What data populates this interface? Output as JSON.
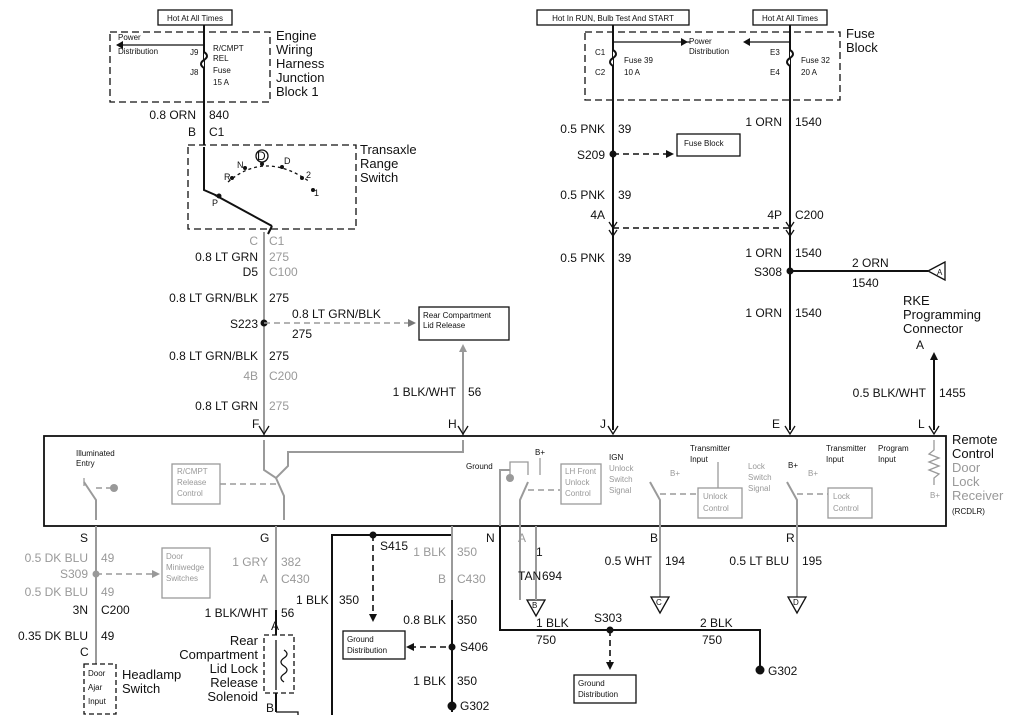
{
  "hot_all_times_left": "Hot At All Times",
  "hot_run": "Hot In RUN, Bulb Test And START",
  "hot_all_times_right": "Hot At All Times",
  "engine_block": {
    "title_lines": [
      "Engine",
      "Wiring",
      "Harness",
      "Junction",
      "Block 1"
    ],
    "power_dist": [
      "Power",
      "Distribution"
    ],
    "pin_a": "J9",
    "pin_b": "J8",
    "fuse": [
      "R/CMPT",
      "REL",
      "Fuse",
      "15 A"
    ]
  },
  "fuse_block": {
    "title_lines": [
      "Fuse",
      "Block"
    ],
    "power_dist": [
      "Power",
      "Distribution"
    ],
    "f39_pins": [
      "C1",
      "C2"
    ],
    "f39": [
      "Fuse 39",
      "10 A"
    ],
    "f32_pins": [
      "E3",
      "E4"
    ],
    "f32": [
      "Fuse 32",
      "20 A"
    ]
  },
  "wires": {
    "w840": [
      "0.8 ORN",
      "840"
    ],
    "c1_b": [
      "B",
      "C1"
    ],
    "c1_c": [
      "C",
      "C1"
    ],
    "w275a": [
      "0.8 LT GRN",
      "275"
    ],
    "c100": [
      "D5",
      "C100"
    ],
    "w275b": [
      "0.8 LT GRN/BLK",
      "275"
    ],
    "s223": "S223",
    "w275branch": [
      "0.8 LT GRN/BLK",
      "275"
    ],
    "w275c": [
      "0.8 LT GRN/BLK",
      "275"
    ],
    "c200_4b": [
      "4B",
      "C200"
    ],
    "w275d": [
      "0.8 LT GRN",
      "275"
    ],
    "pin_f": "F",
    "w56": [
      "1 BLK/WHT",
      "56"
    ],
    "pin_h": "H",
    "p39a": [
      "0.5 PNK",
      "39"
    ],
    "s209": "S209",
    "p39b": [
      "0.5 PNK",
      "39"
    ],
    "c200_4a": "4A",
    "c200_4p": [
      "4P",
      "C200"
    ],
    "p39c": [
      "0.5 PNK",
      "39"
    ],
    "pin_j": "J",
    "o1540a": [
      "1 ORN",
      "1540"
    ],
    "o1540b": [
      "1 ORN",
      "1540"
    ],
    "s308": "S308",
    "o2": [
      "2 ORN",
      "1540"
    ],
    "o1540c": [
      "1 ORN",
      "1540"
    ],
    "pin_e": "E",
    "rke_a": "A",
    "w1455": [
      "0.5 BLK/WHT",
      "1455"
    ],
    "pin_l": "L"
  },
  "transaxle": {
    "title_lines": [
      "Transaxle",
      "Range",
      "Switch"
    ],
    "positions": [
      "N",
      "D",
      "D",
      "R",
      "2",
      "1",
      "P"
    ]
  },
  "rear_release": [
    "Rear Compartment",
    "Lid Release"
  ],
  "fuse_block_small": "Fuse Block",
  "rke": [
    "RKE",
    "Programming",
    "Connector"
  ],
  "rcdlr": {
    "title_lines": [
      "Remote",
      "Control",
      "Door",
      "Lock",
      "Receiver"
    ],
    "abbr": "(RCDLR)",
    "illuminated": [
      "Illuminated",
      "Entry"
    ],
    "rcmpt": [
      "R/CMPT",
      "Release",
      "Control"
    ],
    "ground": "Ground",
    "bplus": "B+",
    "lh_front": [
      "LH Front",
      "Unlock",
      "Control"
    ],
    "ign": [
      "IGN",
      "Unlock",
      "Switch",
      "Signal"
    ],
    "transmitter1": [
      "Transmitter",
      "Input"
    ],
    "unlock_ctrl": [
      "Unlock",
      "Control"
    ],
    "lock_switch": [
      "Lock",
      "Switch",
      "Signal"
    ],
    "transmitter2": [
      "Transmitter",
      "Input"
    ],
    "program": [
      "Program",
      "Input"
    ],
    "lock_ctrl": [
      "Lock",
      "Control"
    ]
  },
  "bottom": {
    "pin_s": "S",
    "pin_g": "G",
    "pin_n": "N",
    "pin_a": "A",
    "pin_b": "B",
    "pin_r": "R",
    "b49a": [
      "0.5 DK BLU",
      "49"
    ],
    "s309": "S309",
    "b49b": [
      "0.5 DK BLU",
      "49"
    ],
    "c200_3n": [
      "3N",
      "C200"
    ],
    "b49c": [
      "0.35 DK BLU",
      "49"
    ],
    "pin_c": "C",
    "door_ajar": [
      "Door",
      "Ajar",
      "Input"
    ],
    "headlamp": [
      "Headlamp",
      "Switch"
    ],
    "door_mini": [
      "Door",
      "Miniwedge",
      "Switches"
    ],
    "g382": [
      "1 GRY",
      "382"
    ],
    "c430a": [
      "A",
      "C430"
    ],
    "w56b": [
      "1 BLK/WHT",
      "56"
    ],
    "w350a": [
      "1 BLK",
      "350"
    ],
    "pin_a2": "A",
    "solenoid": [
      "Rear",
      "Compartment",
      "Lid Lock",
      "Release",
      "Solenoid"
    ],
    "pin_b2": "B",
    "s415": "S415",
    "gnd_dist1": [
      "Ground",
      "Distribution"
    ],
    "w350b": [
      "1 BLK",
      "350"
    ],
    "c430b": [
      "B",
      "C430"
    ],
    "w350c": [
      "0.8 BLK",
      "350"
    ],
    "s406": "S406",
    "w350d": [
      "1 BLK",
      "350"
    ],
    "g302a": "G302",
    "w694": [
      "1",
      "TAN",
      "694"
    ],
    "tri_b": "B",
    "w194": [
      "0.5 WHT",
      "194"
    ],
    "tri_c": "C",
    "w195": [
      "0.5 LT BLU",
      "195"
    ],
    "tri_d": "D",
    "w750a": [
      "1 BLK",
      "750"
    ],
    "s303": "S303",
    "w750b": [
      "2 BLK",
      "750"
    ],
    "g302b": "G302",
    "gnd_dist2": [
      "Ground",
      "Distribution"
    ],
    "tri_a": "A"
  }
}
